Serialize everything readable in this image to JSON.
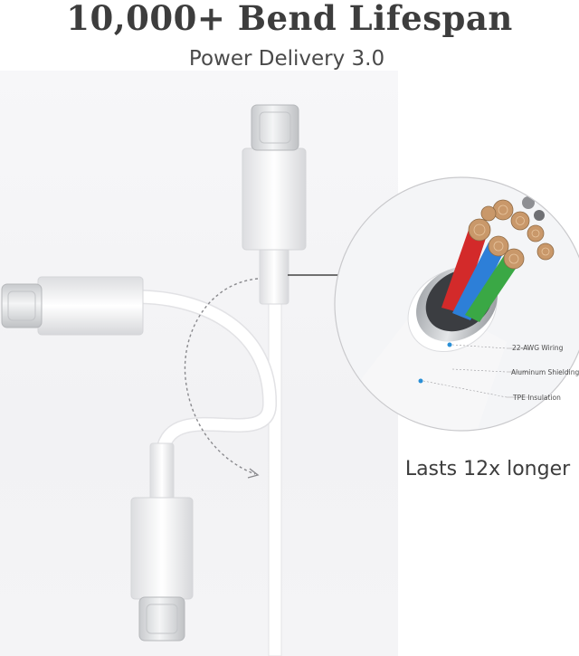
{
  "headline": "10,000+ Bend Lifespan",
  "subheadline": "Power Delivery 3.0",
  "tagline": "Lasts 12x longer",
  "callouts": {
    "wiring": "22-AWG Wiring",
    "shielding": "Aluminum Shielding",
    "insulation": "TPE Insulation"
  },
  "colors": {
    "headline_text": "#3d3d3d",
    "photo_background": "#f4f4f6",
    "cable_white": "#ffffff",
    "wire_red": "#d32a2a",
    "wire_blue": "#2d7fd8",
    "wire_green": "#3aa845",
    "aluminum": "#b9bcc1",
    "callout_dot": "#2a8fd6"
  }
}
